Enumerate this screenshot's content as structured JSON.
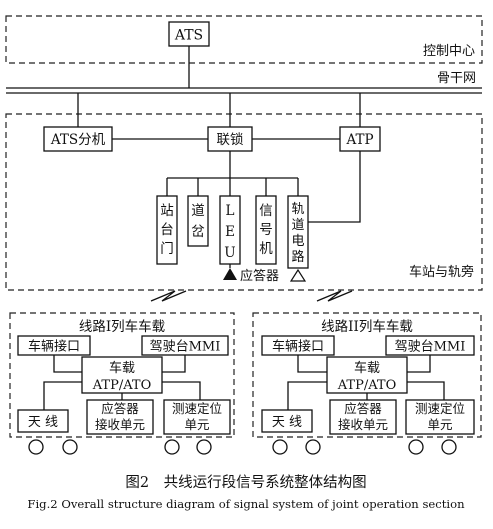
{
  "control_center": {
    "ats": "ATS",
    "region_label": "控制中心"
  },
  "backbone_label": "骨干网",
  "station": {
    "region_label": "车站与轨旁",
    "ats_sub": "ATS分机",
    "interlocking": "联锁",
    "atp": "ATP",
    "devices": [
      {
        "label": [
          "站",
          "台",
          "门"
        ]
      },
      {
        "label": [
          "道",
          "岔"
        ]
      },
      {
        "label": [
          "L",
          "E",
          "U"
        ]
      },
      {
        "label": [
          "信",
          "号",
          "机"
        ]
      },
      {
        "label": [
          "轨",
          "道",
          "电",
          "路"
        ]
      }
    ],
    "balise_label": "应答器"
  },
  "trains": [
    {
      "title": "线路I列车车载",
      "vehicle_interface": "车辆接口",
      "cab_mmi": "驾驶台MMI",
      "onboard": [
        "车载",
        "ATP/ATO"
      ],
      "antenna": "天  线",
      "balise_receiver": [
        "应答器",
        "接收单元"
      ],
      "speed_position": [
        "测速定位",
        "单元"
      ]
    },
    {
      "title": "线路II列车车载",
      "vehicle_interface": "车辆接口",
      "cab_mmi": "驾驶台MMI",
      "onboard": [
        "车载",
        "ATP/ATO"
      ],
      "antenna": "天  线",
      "balise_receiver": [
        "应答器",
        "接收单元"
      ],
      "speed_position": [
        "测速定位",
        "单元"
      ]
    }
  ],
  "caption": {
    "zh": "图2　共线运行段信号系统整体结构图",
    "en": "Fig.2   Overall structure diagram of signal system of joint operation section"
  }
}
